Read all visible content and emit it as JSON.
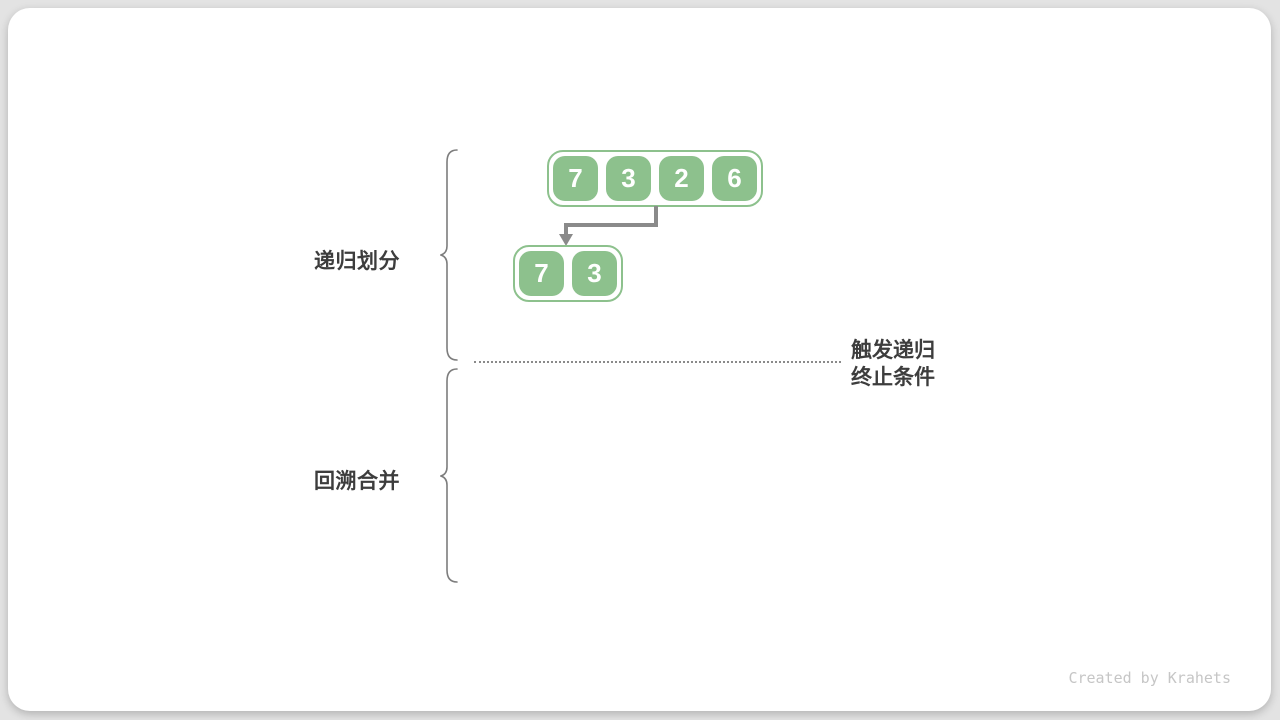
{
  "page": {
    "watermark": "Created by Krahets"
  },
  "colors": {
    "background": "#e3e3e3",
    "card": "#ffffff",
    "green": "#8dc18d",
    "arrow_gray": "#8a8a8a",
    "brace_gray": "#7d7d7d",
    "text_dark": "#3d3d3d",
    "number_white": "#ffffff",
    "watermark_gray": "#c6c6c6"
  },
  "labels": {
    "phase1": "递归划分",
    "phase2": "回溯合并"
  },
  "annotation": {
    "line1": "触发递归",
    "line2": "终止条件"
  },
  "arrays": {
    "top": {
      "values": [
        "7",
        "3",
        "2",
        "6"
      ]
    },
    "bottom": {
      "values": [
        "7",
        "3"
      ]
    }
  }
}
